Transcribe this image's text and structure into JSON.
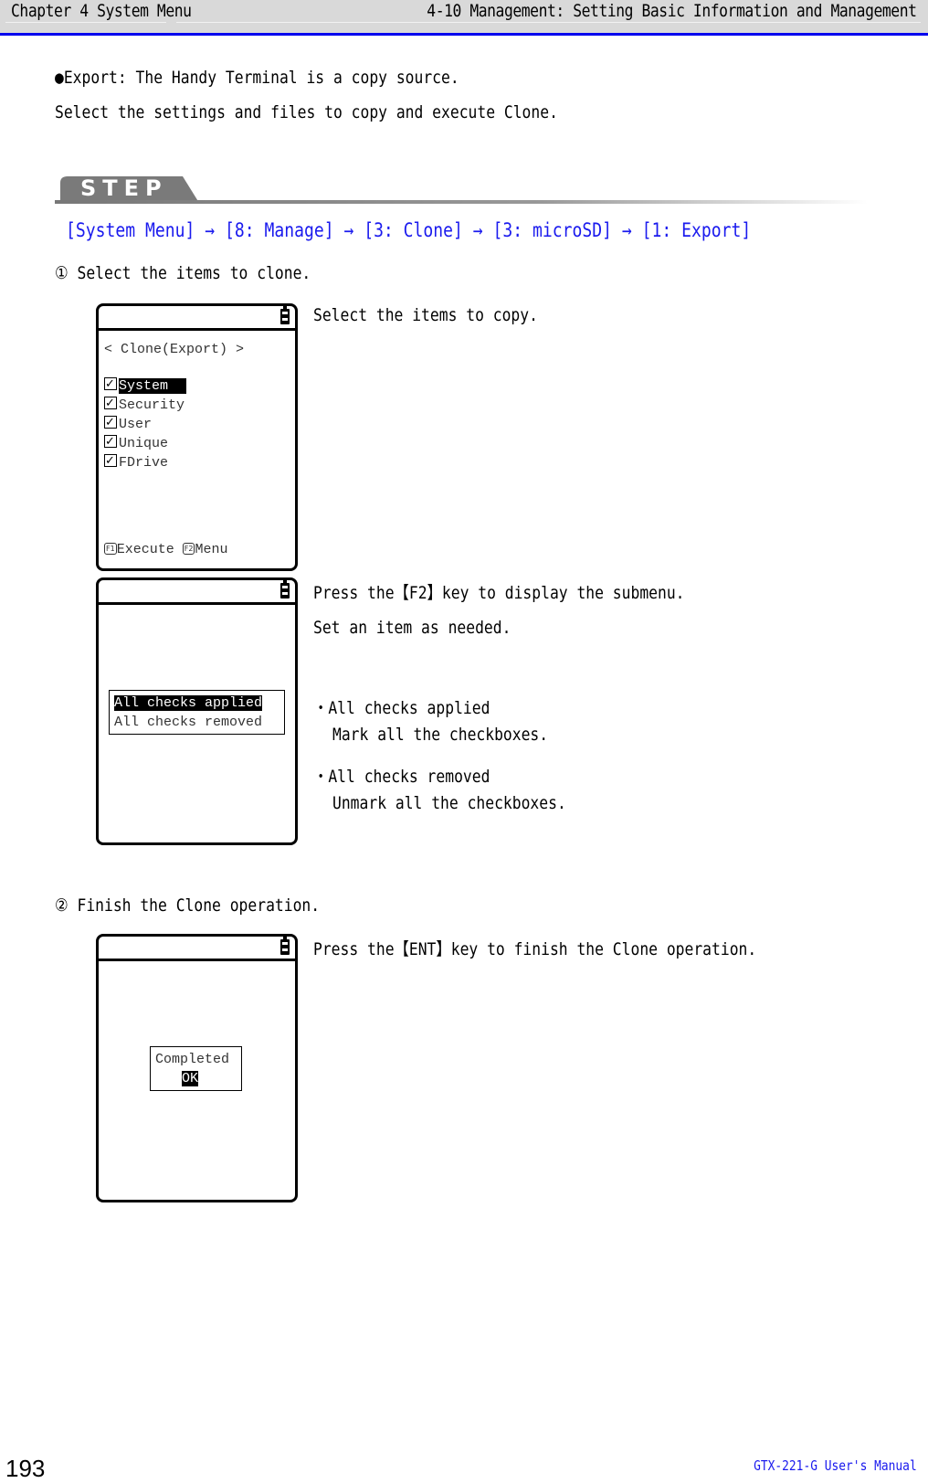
{
  "header": {
    "chapter": "Chapter 4 System Menu",
    "section": "4-10 Management: Setting Basic Information and Management",
    "colors": {
      "band": "#d9d9d9",
      "rule": "#0000ee"
    }
  },
  "intro": {
    "line1": "●Export: The Handy Terminal is a copy source.",
    "line2": "Select the settings and files to copy and execute Clone."
  },
  "step": {
    "label": "STEP",
    "path": "[System Menu] → [8: Manage] → [3: Clone] → [3: microSD] → [1: Export]",
    "path_color": "#1a1aee"
  },
  "step1": {
    "heading": "① Select the items to clone.",
    "screen1": {
      "title": "< Clone(Export) >",
      "items": [
        {
          "label": "System",
          "checked": true,
          "selected": true
        },
        {
          "label": "Security",
          "checked": true,
          "selected": false
        },
        {
          "label": "User",
          "checked": true,
          "selected": false
        },
        {
          "label": "Unique",
          "checked": true,
          "selected": false
        },
        {
          "label": "FDrive",
          "checked": true,
          "selected": false
        }
      ],
      "f1_key": "F1",
      "f1_label": "Execute",
      "f2_key": "F2",
      "f2_label": "Menu",
      "description": "Select the items to copy."
    },
    "screen2": {
      "menu": [
        {
          "label": "All checks applied",
          "selected": true
        },
        {
          "label": "All checks removed",
          "selected": false
        }
      ],
      "desc_line1": "Press the【F2】key to display the submenu.",
      "desc_line2": "Set an item as needed.",
      "bullets": [
        {
          "title": "・All checks applied",
          "detail": "Mark all the checkboxes."
        },
        {
          "title": "・All checks removed",
          "detail": "Unmark all the checkboxes."
        }
      ]
    }
  },
  "step2": {
    "heading": "② Finish the Clone operation.",
    "screen3": {
      "message": "Completed",
      "ok_label": "OK",
      "description": "Press the【ENT】key to finish the Clone operation."
    }
  },
  "footer": {
    "page_number": "193",
    "manual_title": "GTX-221-G User's Manual"
  }
}
